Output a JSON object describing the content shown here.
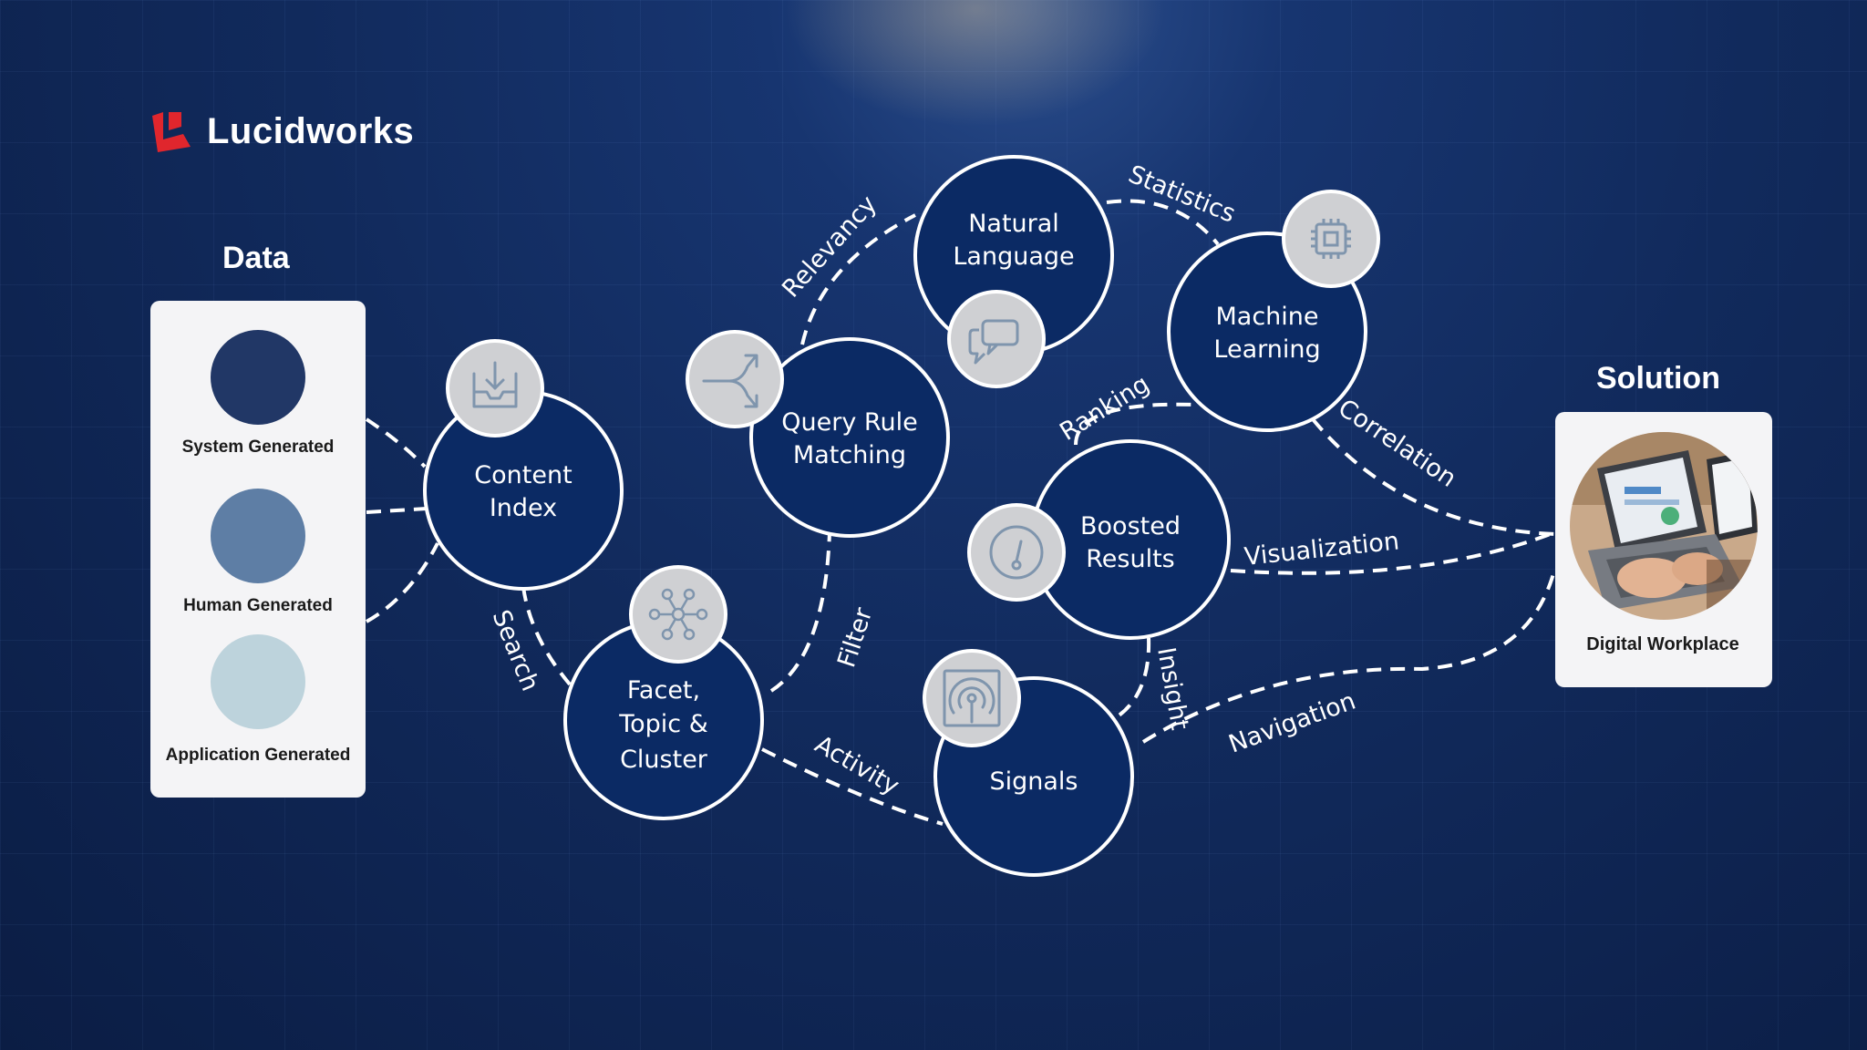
{
  "brand": {
    "name": "Lucidworks",
    "mark_color": "#e0262d"
  },
  "data_panel": {
    "title": "Data",
    "items": [
      {
        "label": "System Generated",
        "color": "#213766"
      },
      {
        "label": "Human Generated",
        "color": "#5e7ea5"
      },
      {
        "label": "Application Generated",
        "color": "#bdd3dc"
      }
    ]
  },
  "solution_panel": {
    "title": "Solution",
    "item_label": "Digital Workplace",
    "image": "laptop-hands-photo"
  },
  "nodes": {
    "content_index": {
      "lines": [
        "Content",
        "Index"
      ],
      "icon": "inbox-download-icon"
    },
    "query_rule": {
      "lines": [
        "Query Rule",
        "Matching"
      ],
      "icon": "split-arrows-icon"
    },
    "natural_language": {
      "lines": [
        "Natural",
        "Language"
      ],
      "icon": "chat-bubbles-icon"
    },
    "machine_learning": {
      "lines": [
        "Machine",
        "Learning"
      ],
      "icon": "cpu-chip-icon"
    },
    "boosted_results": {
      "lines": [
        "Boosted",
        "Results"
      ],
      "icon": "gauge-icon"
    },
    "facet_topic_cluster": {
      "lines": [
        "Facet,",
        "Topic &",
        "Cluster"
      ],
      "icon": "network-icon"
    },
    "signals": {
      "lines": [
        "Signals"
      ],
      "icon": "broadcast-icon"
    }
  },
  "edge_labels": {
    "relevancy": "Relevancy",
    "statistics": "Statistics",
    "ranking": "Ranking",
    "correlation": "Correlation",
    "visualization": "Visualization",
    "search": "Search",
    "filter": "Filter",
    "activity": "Activity",
    "insight": "Insight",
    "navigation": "Navigation"
  },
  "colors": {
    "node_fill": "#0b2a64",
    "node_stroke": "#ffffff",
    "icon_badge": "#cfd0d3",
    "icon_stroke": "#7f95ad"
  }
}
